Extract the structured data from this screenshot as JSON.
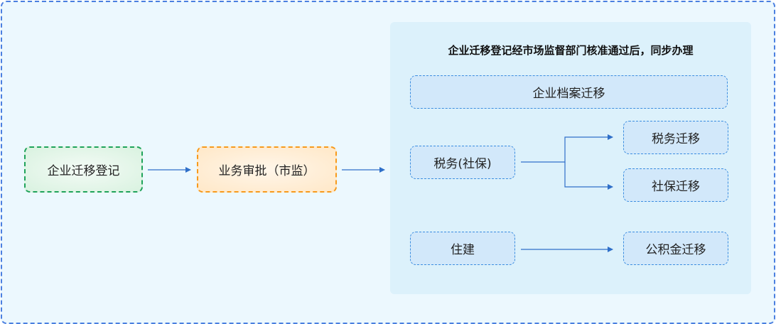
{
  "nodes": {
    "registration": "企业迁移登记",
    "approval": "业务审批（市监）",
    "archive": "企业档案迁移",
    "tax_social": "税务(社保)",
    "tax": "税务迁移",
    "social": "社保迁移",
    "housing": "住建",
    "fund": "公积金迁移"
  },
  "panel_title": "企业迁移登记经市场监督部门核准通过后，同步办理",
  "colors": {
    "border": "#4a7fe0",
    "arrow": "#2f6fc9"
  }
}
